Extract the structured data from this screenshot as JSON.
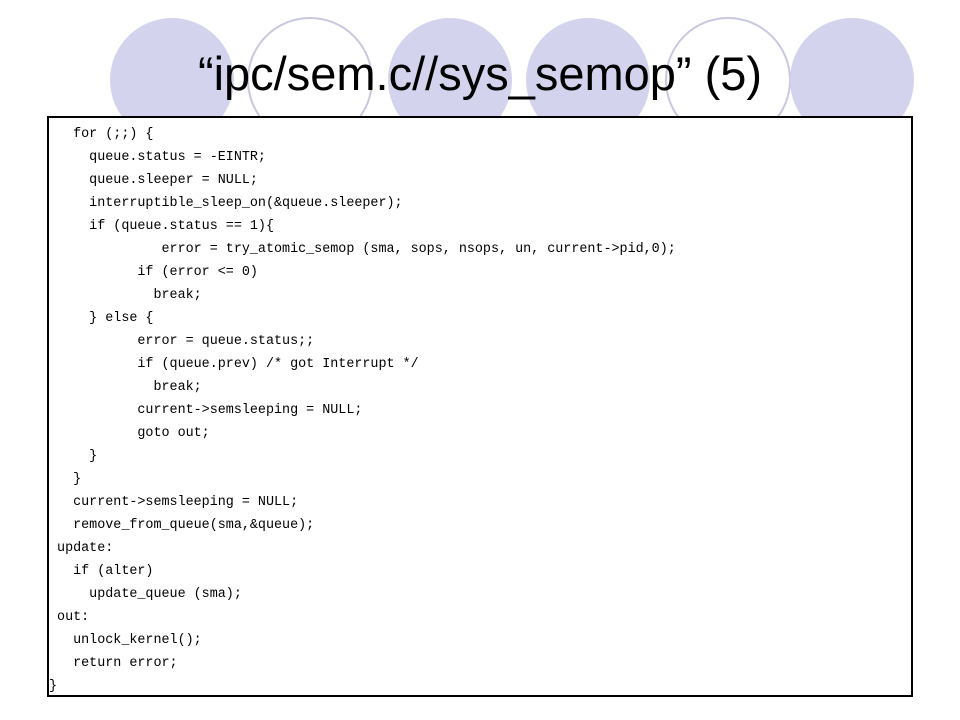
{
  "slide": {
    "title": "“ipc/sem.c//sys_semop” (5)",
    "code_lines": [
      "   for (;;) {",
      "     queue.status = -EINTR;",
      "     queue.sleeper = NULL;",
      "     interruptible_sleep_on(&queue.sleeper);",
      "     if (queue.status == 1){",
      "              error = try_atomic_semop (sma, sops, nsops, un, current->pid,0);",
      "           if (error <= 0)",
      "             break;",
      "     } else {",
      "           error = queue.status;;",
      "           if (queue.prev) /* got Interrupt */",
      "             break;",
      "           current->semsleeping = NULL;",
      "           goto out;",
      "     }",
      "   }",
      "   current->semsleeping = NULL;",
      "   remove_from_queue(sma,&queue);",
      " update:",
      "   if (alter)",
      "     update_queue (sma);",
      " out:",
      "   unlock_kernel();",
      "   return error;",
      "}"
    ]
  },
  "colors": {
    "circle_fill": "#d3d3ed",
    "circle_outline": "#c8c8e0",
    "border": "#000000",
    "text": "#000000"
  }
}
